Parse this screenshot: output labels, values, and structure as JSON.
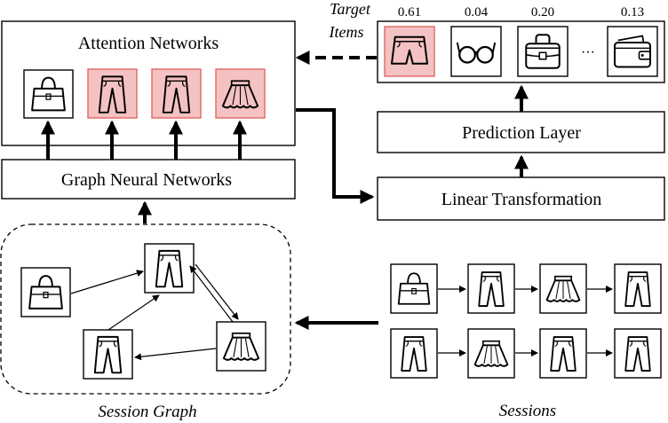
{
  "blocks": {
    "attention": "Attention Networks",
    "gnn": "Graph Neural Networks",
    "prediction": "Prediction Layer",
    "linear": "Linear Transformation"
  },
  "target": {
    "label_line1": "Target",
    "label_line2": "Items",
    "scores": [
      "0.61",
      "0.04",
      "0.20",
      "0.13"
    ],
    "ellipsis": "···",
    "items": [
      "shorts-icon",
      "glasses-icon",
      "bag-icon",
      "wallet-icon"
    ]
  },
  "attention_items": [
    "handbag-icon",
    "trousers-icon",
    "trousers-icon",
    "skirt-icon"
  ],
  "captions": {
    "session_graph": "Session Graph",
    "sessions": "Sessions"
  },
  "sessions": {
    "row1": [
      "handbag-icon",
      "trousers-icon",
      "skirt-icon",
      "trousers-icon"
    ],
    "row2": [
      "trousers-icon",
      "skirt-icon",
      "trousers-icon",
      "trousers-icon"
    ]
  },
  "colors": {
    "highlight_fill": "#f4c2c2",
    "highlight_stroke": "#e06666",
    "line": "#000000"
  }
}
